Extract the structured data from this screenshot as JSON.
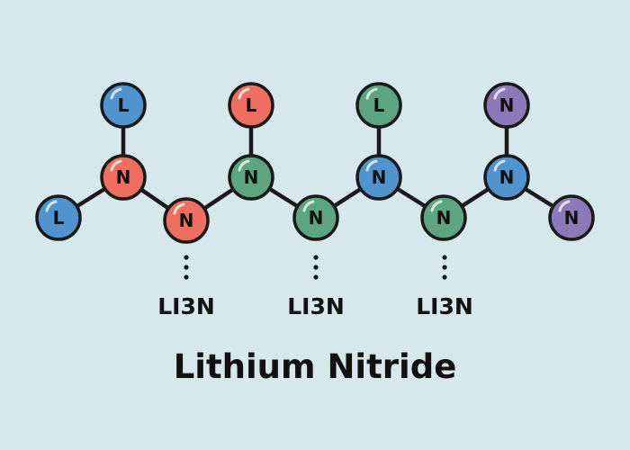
{
  "title": "Lithium Nitride",
  "colors": {
    "background": "#d6e8eb",
    "blue": "#4f93cf",
    "red": "#ee6f5f",
    "green": "#5da581",
    "purple": "#8c79b9",
    "outline": "#1a1a1a"
  },
  "atoms": [
    {
      "id": "a1",
      "label": "L",
      "color": "blue"
    },
    {
      "id": "a2",
      "label": "N",
      "color": "red"
    },
    {
      "id": "a3",
      "label": "L",
      "color": "blue"
    },
    {
      "id": "a4",
      "label": "N",
      "color": "red"
    },
    {
      "id": "a5",
      "label": "L",
      "color": "red"
    },
    {
      "id": "a6",
      "label": "N",
      "color": "green"
    },
    {
      "id": "a7",
      "label": "N",
      "color": "green"
    },
    {
      "id": "a8",
      "label": "L",
      "color": "green"
    },
    {
      "id": "a9",
      "label": "N",
      "color": "blue"
    },
    {
      "id": "a10",
      "label": "N",
      "color": "green"
    },
    {
      "id": "a11",
      "label": "N",
      "color": "purple"
    },
    {
      "id": "a12",
      "label": "N",
      "color": "blue"
    },
    {
      "id": "a13",
      "label": "N",
      "color": "purple"
    }
  ],
  "bonds": [
    [
      "a1",
      "a2"
    ],
    [
      "a3",
      "a2"
    ],
    [
      "a2",
      "a4"
    ],
    [
      "a4",
      "a6"
    ],
    [
      "a5",
      "a6"
    ],
    [
      "a6",
      "a7"
    ],
    [
      "a7",
      "a9"
    ],
    [
      "a8",
      "a9"
    ],
    [
      "a9",
      "a10"
    ],
    [
      "a10",
      "a12"
    ],
    [
      "a11",
      "a12"
    ],
    [
      "a12",
      "a13"
    ]
  ],
  "formula_labels": [
    "LI3N",
    "LI3N",
    "LI3N"
  ]
}
